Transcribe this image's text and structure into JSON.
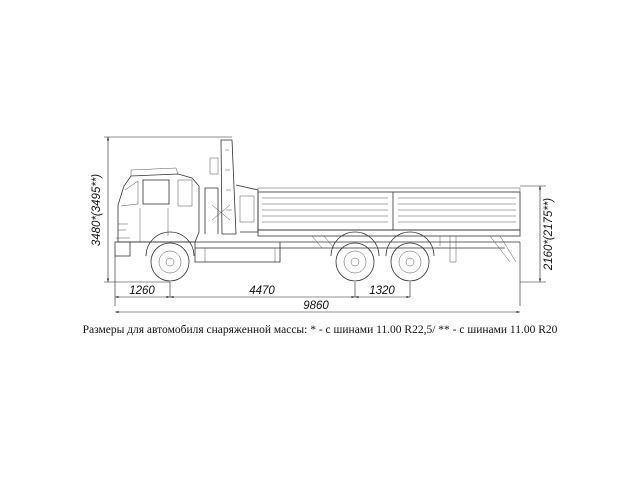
{
  "dimensions": {
    "front_overhang": "1260",
    "wheelbase": "4470",
    "bogie_spacing": "1320",
    "overall_length": "9860",
    "overall_height": "3480*(3495**)",
    "platform_height": "2160*(2175**)"
  },
  "caption": "Размеры для автомобиля снаряженной массы: * - с шинами 11.00 R22,5/ ** - с шинами 11.00 R20"
}
